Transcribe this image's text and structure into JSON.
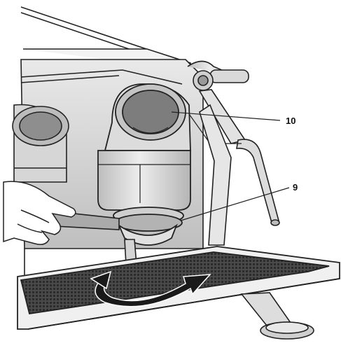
{
  "figure": {
    "callouts": [
      {
        "number": "10",
        "target": "group-head-cover"
      },
      {
        "number": "9",
        "target": "portafilter-ring"
      }
    ],
    "rotation_arrow": {
      "direction": "clockwise",
      "color": "#1a1a1a"
    },
    "colors": {
      "outline": "#222222",
      "body_light": "#e4e4e4",
      "body_mid": "#c9c9c9",
      "body_dark": "#9d9d9d",
      "drip_tray_grate": "#3f3f3f",
      "arrow": "#1a1a1a"
    }
  }
}
